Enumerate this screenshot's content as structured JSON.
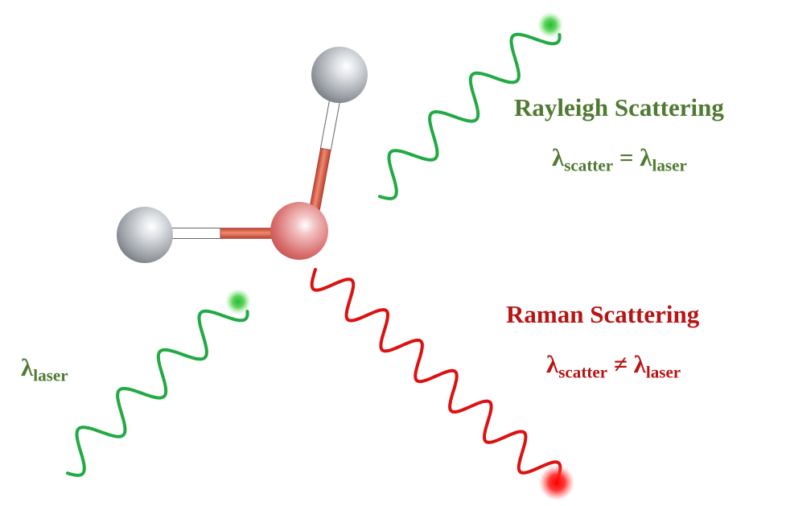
{
  "labels": {
    "rayleigh_title": "Rayleigh Scattering",
    "rayleigh_lhs_symbol": "λ",
    "rayleigh_lhs_sub": "scatter",
    "rayleigh_operator": "=",
    "rayleigh_rhs_symbol": "λ",
    "rayleigh_rhs_sub": "laser",
    "raman_title": "Raman Scattering",
    "raman_lhs_symbol": "λ",
    "raman_lhs_sub": "scatter",
    "raman_operator": "≠",
    "raman_rhs_symbol": "λ",
    "raman_rhs_sub": "laser",
    "incident_symbol": "λ",
    "incident_sub": "laser"
  },
  "colors": {
    "rayleigh_text": "#4f7a32",
    "raman_text": "#b81414",
    "laser_wave": "#22aa44",
    "raman_wave": "#dd1111",
    "oxygen_atom": "#d86a6a",
    "hydrogen_atom": "#9aa0a6",
    "bond_red": "#d0503a",
    "bond_white": "#ffffff"
  }
}
